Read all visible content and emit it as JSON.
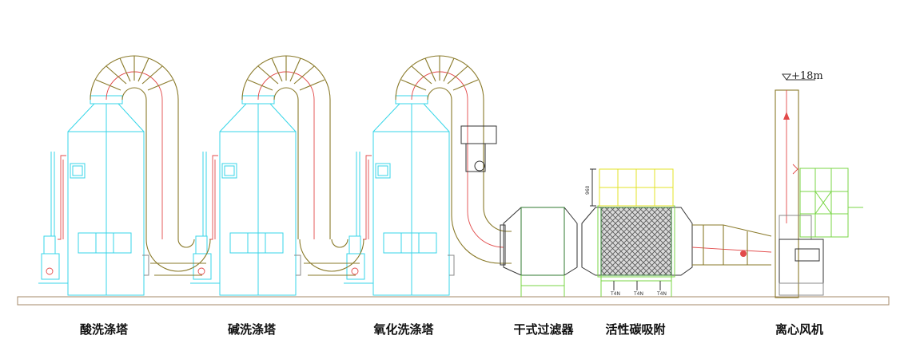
{
  "equipment": [
    {
      "label": "酸洗涤塔"
    },
    {
      "label": "碱洗涤塔"
    },
    {
      "label": "氧化洗涤塔"
    },
    {
      "label": "干式过滤器"
    },
    {
      "label": "活性碳吸附"
    },
    {
      "label": "离心风机"
    }
  ],
  "stack": {
    "elevation": "+18m"
  },
  "carbon": {
    "dimension": "960"
  }
}
